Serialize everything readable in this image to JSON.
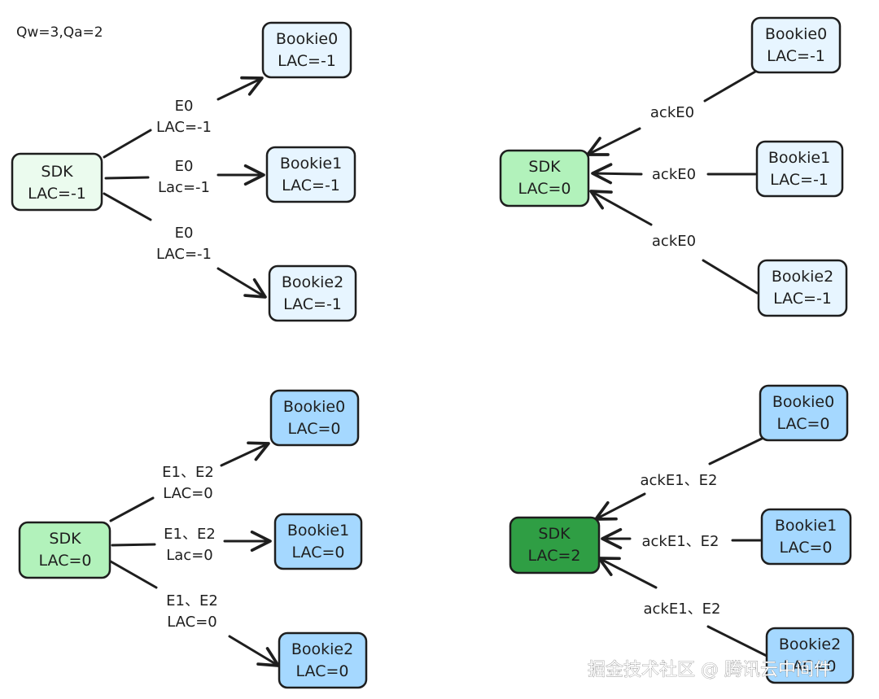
{
  "config_label": "Qw=3,Qa=2",
  "watermark": "掘金技术社区 @ 腾讯云中间件",
  "colors": {
    "stroke": "#1e1e1e",
    "sdk_light": "#ebfbee",
    "sdk_mid": "#b2f2bb",
    "sdk_dark": "#2f9e44",
    "bookie_light": "#e7f5ff",
    "bookie_mid": "#a5d8ff"
  },
  "panels": [
    {
      "sdk": {
        "name": "SDK",
        "lac": "LAC=-1"
      },
      "bookies": [
        {
          "name": "Bookie0",
          "lac": "LAC=-1"
        },
        {
          "name": "Bookie1",
          "lac": "LAC=-1"
        },
        {
          "name": "Bookie2",
          "lac": "LAC=-1"
        }
      ],
      "edges": [
        {
          "line1": "E0",
          "line2": "LAC=-1"
        },
        {
          "line1": "E0",
          "line2": "Lac=-1"
        },
        {
          "line1": "E0",
          "line2": "LAC=-1"
        }
      ]
    },
    {
      "sdk": {
        "name": "SDK",
        "lac": "LAC=0"
      },
      "bookies": [
        {
          "name": "Bookie0",
          "lac": "LAC=-1"
        },
        {
          "name": "Bookie1",
          "lac": "LAC=-1"
        },
        {
          "name": "Bookie2",
          "lac": "LAC=-1"
        }
      ],
      "edges": [
        {
          "line1": "ackE0",
          "line2": ""
        },
        {
          "line1": "ackE0",
          "line2": ""
        },
        {
          "line1": "ackE0",
          "line2": ""
        }
      ]
    },
    {
      "sdk": {
        "name": "SDK",
        "lac": "LAC=0"
      },
      "bookies": [
        {
          "name": "Bookie0",
          "lac": "LAC=0"
        },
        {
          "name": "Bookie1",
          "lac": "LAC=0"
        },
        {
          "name": "Bookie2",
          "lac": "LAC=0"
        }
      ],
      "edges": [
        {
          "line1": "E1、E2",
          "line2": "LAC=0"
        },
        {
          "line1": "E1、E2",
          "line2": "Lac=0"
        },
        {
          "line1": "E1、E2",
          "line2": "LAC=0"
        }
      ]
    },
    {
      "sdk": {
        "name": "SDK",
        "lac": "LAC=2"
      },
      "bookies": [
        {
          "name": "Bookie0",
          "lac": "LAC=0"
        },
        {
          "name": "Bookie1",
          "lac": "LAC=0"
        },
        {
          "name": "Bookie2",
          "lac": "LAC=0"
        }
      ],
      "edges": [
        {
          "line1": "ackE1、E2",
          "line2": ""
        },
        {
          "line1": "ackE1、E2",
          "line2": ""
        },
        {
          "line1": "ackE1、E2",
          "line2": ""
        }
      ]
    }
  ]
}
